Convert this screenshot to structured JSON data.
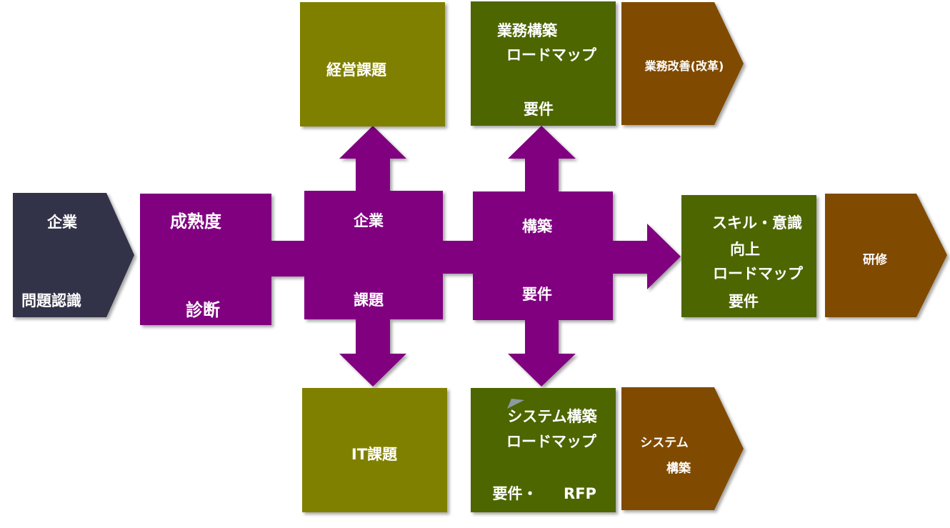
{
  "colors": {
    "navy": "#333349",
    "purple": "#800080",
    "olive": "#808000",
    "dark_green": "#4d6600",
    "brown": "#804c00"
  },
  "nodes": {
    "company_issue": {
      "line1": "企業",
      "line2": "問題認識"
    },
    "maturity": {
      "line1": "成熟度",
      "line2": "診断"
    },
    "company_task": {
      "line1": "企業",
      "line2": "課題"
    },
    "build_req": {
      "line1": "構築",
      "line2": "要件"
    },
    "mgmt_issue": {
      "label": "経営課題"
    },
    "it_issue": {
      "label": "IT課題"
    },
    "biz_roadmap": {
      "line1": "業務構築",
      "line2": "ロードマップ",
      "line3": "要件"
    },
    "sys_roadmap": {
      "line1": "システム構築",
      "line2": "ロードマップ",
      "line3a": "要件・",
      "line3b": "RFP"
    },
    "skill_roadmap": {
      "line1": "スキル・意識",
      "line2": "向上",
      "line3": "ロードマップ",
      "line4": "要件"
    },
    "biz_improve": {
      "label": "業務改善(改革)"
    },
    "sys_build": {
      "line1": "システム",
      "line2": "構築"
    },
    "training": {
      "label": "研修"
    }
  }
}
